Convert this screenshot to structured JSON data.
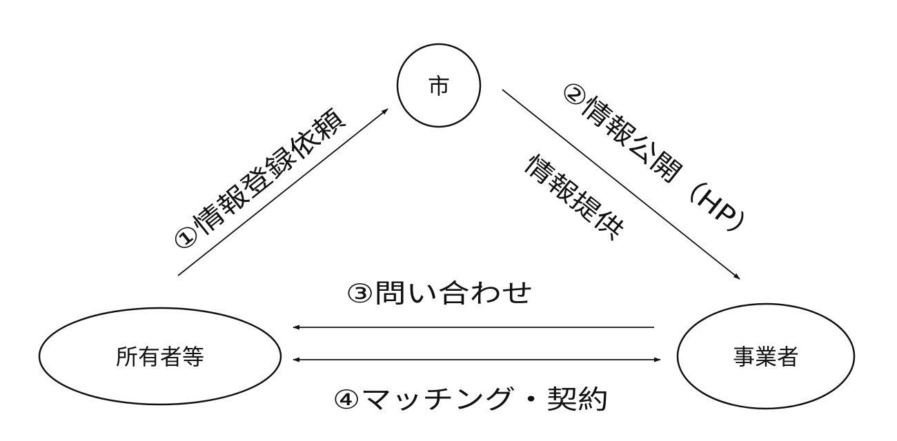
{
  "nodes": {
    "city": "市",
    "owners": "所有者等",
    "business": "事業者"
  },
  "edges": {
    "registration_request": "①情報登録依頼",
    "publication": "②情報公開（HP）",
    "info_provision": "情報提供",
    "inquiry": "③問い合わせ",
    "matching_contract": "④マッチング・契約"
  },
  "colors": {
    "ink": "#111111",
    "background": "#ffffff"
  }
}
